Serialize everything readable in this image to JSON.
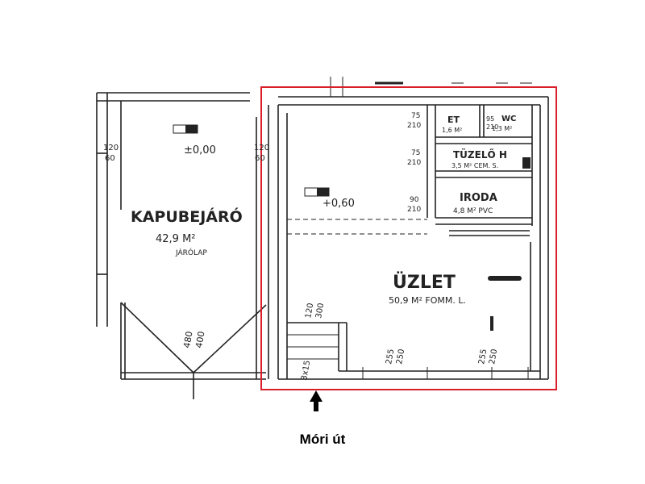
{
  "colors": {
    "highlight": "#d9202a",
    "ink": "#222222"
  },
  "rooms": {
    "kapubejaro": {
      "name": "KAPUBEJÁRÓ",
      "area": "42,9 M²",
      "floor": "JÁRÓLAP"
    },
    "uzlet": {
      "name": "ÜZLET",
      "area": "50,9 M² FOMM. L."
    },
    "iroda": {
      "name": "IRODA",
      "area": "4,8 M² PVC"
    },
    "tuzelo": {
      "name": "TÜZELŐ H",
      "area": "3,5 M² CEM. S."
    },
    "et": {
      "name": "ET",
      "area": "1,6 M²"
    },
    "wc": {
      "name": "WC",
      "area": "1,3 M²"
    }
  },
  "levels": {
    "yard": "±0,00",
    "shop": "+0,60"
  },
  "dimensions": {
    "gate": [
      "120",
      "60"
    ],
    "gate2": [
      "120",
      "60"
    ],
    "door_et": [
      "75",
      "210"
    ],
    "door_tuz": [
      "75",
      "210"
    ],
    "door_iroda": [
      "90",
      "210"
    ],
    "door_wc": [
      "95",
      "210"
    ],
    "gate_leaf": [
      "480",
      "400"
    ],
    "shop_door": [
      "120",
      "300"
    ],
    "win1": [
      "255",
      "250"
    ],
    "win2": [
      "255",
      "250"
    ],
    "steps": "3x15"
  },
  "street": {
    "label": "Móri út"
  },
  "icons": {
    "arrow": "arrow-up-icon"
  }
}
